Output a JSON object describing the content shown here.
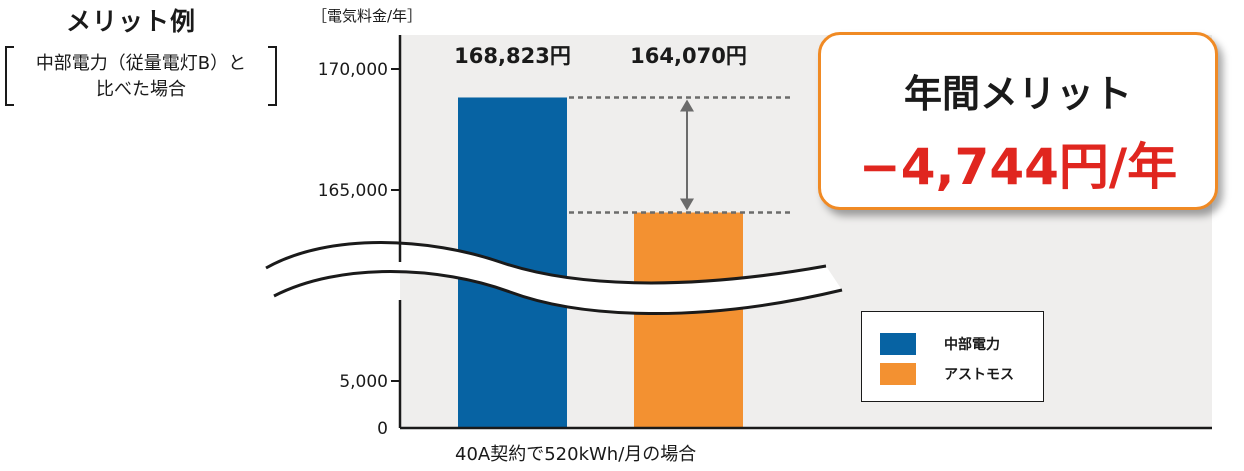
{
  "header": {
    "title": "メリット例",
    "comparison_line1": "中部電力（従量電灯B）と",
    "comparison_line2": "比べた場合"
  },
  "merit": {
    "label": "年間メリット",
    "value": "−4,744円/年"
  },
  "colors": {
    "chubu": "#0763a3",
    "astmos": "#f39131",
    "plot_bg": "#efeeed",
    "accent_red": "#e0261f",
    "box_border": "#f08a24"
  },
  "chart_data": {
    "type": "bar",
    "ylabel": "［電気料金/年］",
    "xlabel": "40A契約で520kWh/月の場合",
    "categories": [
      "中部電力",
      "アストモス"
    ],
    "values": [
      168823,
      164070
    ],
    "data_labels": [
      "168,823円",
      "164,070円"
    ],
    "y_ticks": [
      0,
      5000,
      165000,
      170000
    ],
    "y_tick_labels": [
      "0",
      "5,000",
      "165,000",
      "170,000"
    ],
    "axis_break": [
      5000,
      165000
    ],
    "legend": [
      "中部電力",
      "アストモス"
    ],
    "legend_placement": "bottom-right",
    "grid": false
  }
}
